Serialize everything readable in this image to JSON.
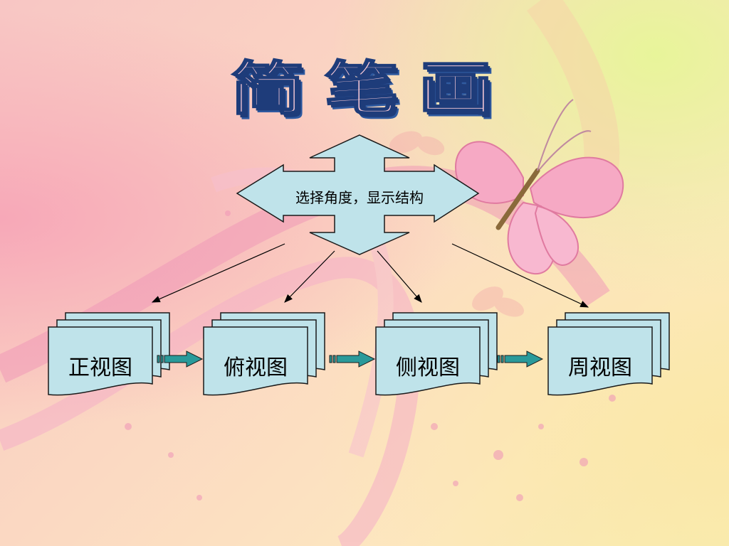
{
  "title": "简笔画",
  "center": {
    "label": "选择角度，显示结构"
  },
  "views": [
    {
      "label": "正视图"
    },
    {
      "label": "俯视图"
    },
    {
      "label": "侧视图"
    },
    {
      "label": "周视图"
    }
  ],
  "colors": {
    "box_fill": "#bfe3ea",
    "box_stroke": "#1a1a1a",
    "flow_arrow": "#2a9a9a",
    "title_fill": "#f7c9d6",
    "title_outline": "#1e3c7a",
    "butterfly": "#f6a9c4"
  }
}
